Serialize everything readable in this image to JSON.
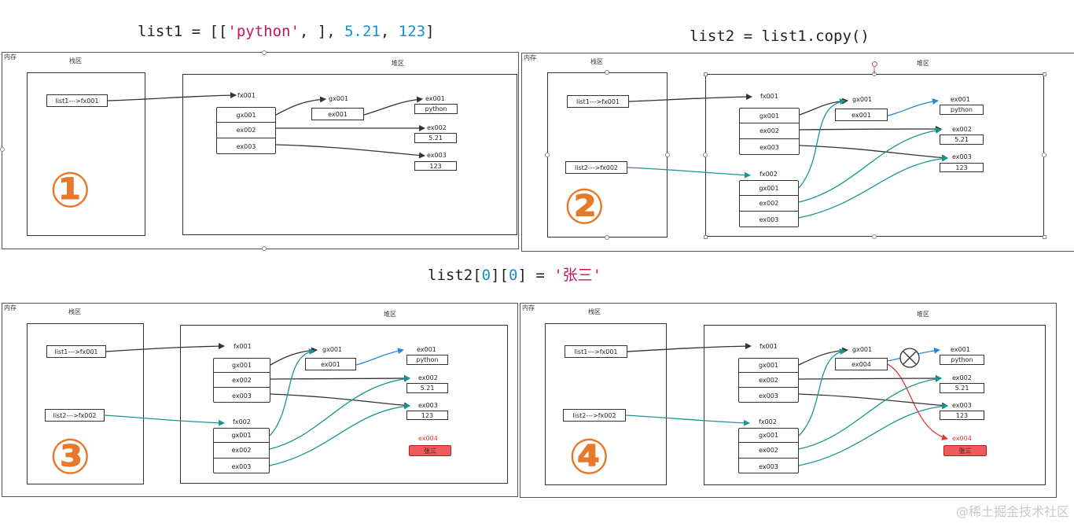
{
  "captions": {
    "c1_pre": "list1 = [[",
    "c1_str": "'python'",
    "c1_mid": ", ], ",
    "c1_n1": "5.21",
    "c1_sep": ", ",
    "c1_n2": "123",
    "c1_post": "]",
    "c2": "list2 = list1.copy()",
    "c3_pre": "list2[",
    "c3_n1": "0",
    "c3_mid": "][",
    "c3_n2": "0",
    "c3_post": "] = ",
    "c3_str": "'张三'"
  },
  "labels": {
    "memory": "内存",
    "stack": "栈区",
    "heap": "堆区"
  },
  "panels": [
    {
      "number": "①",
      "list1": "list1--->fx001",
      "list2": ""
    },
    {
      "number": "②",
      "list1": "list1--->fx001",
      "list2": "list2--->fx002"
    },
    {
      "number": "③",
      "list1": "list1--->fx001",
      "list2": "list2--->fx002"
    },
    {
      "number": "④",
      "list1": "list1--->fx001",
      "list2": "list2--->fx002"
    }
  ],
  "heap": {
    "fx001": "fx001",
    "fx002": "fx002",
    "gx001": "gx001",
    "ex001": "ex001",
    "ex002": "ex002",
    "ex003": "ex003",
    "ex004": "ex004",
    "python": "python",
    "v521": "5.21",
    "v123": "123",
    "zhangsan": "张三"
  },
  "watermark": "@稀土掘金技术社区"
}
